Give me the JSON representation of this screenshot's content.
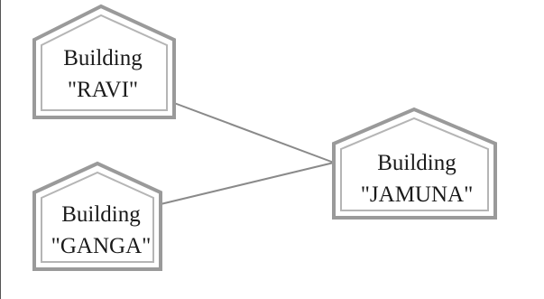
{
  "buildings": [
    {
      "id": "ravi",
      "line1": "Building",
      "line2": "\"RAVI\""
    },
    {
      "id": "ganga",
      "line1": "Building",
      "line2": "\"GANGA\""
    },
    {
      "id": "jamuna",
      "line1": "Building",
      "line2": "\"JAMUNA\""
    }
  ],
  "connections": [
    {
      "from": "ravi",
      "to": "jamuna"
    },
    {
      "from": "ganga",
      "to": "jamuna"
    }
  ]
}
